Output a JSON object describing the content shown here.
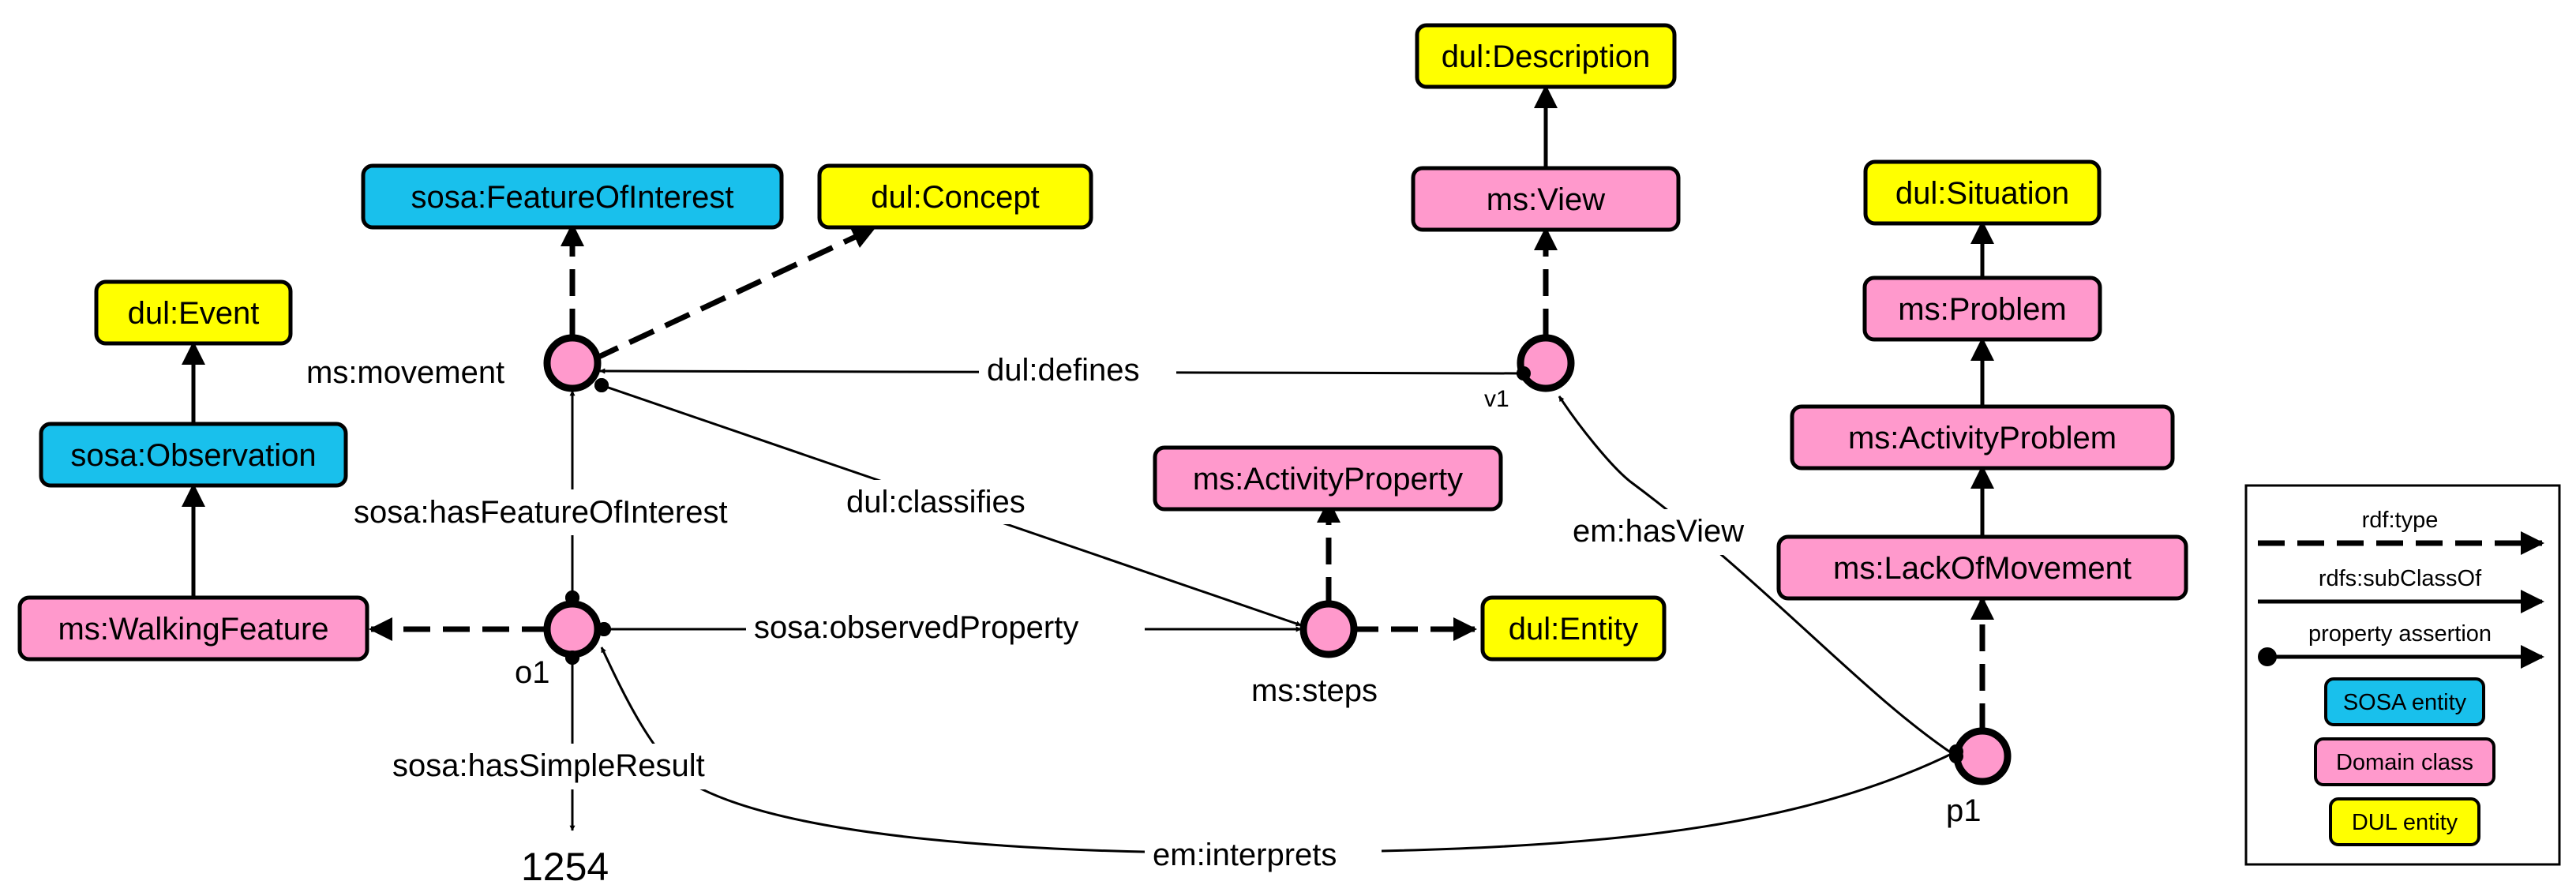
{
  "colors": {
    "sosa": "#19c0ec",
    "domain": "#ff99cc",
    "dul": "#ffff00",
    "instance": "#ff99cc",
    "stroke": "#000000"
  },
  "classes": {
    "dul_description": "dul:Description",
    "sosa_featureofinterest": "sosa:FeatureOfInterest",
    "dul_concept": "dul:Concept",
    "ms_view": "ms:View",
    "dul_situation": "dul:Situation",
    "dul_event": "dul:Event",
    "ms_problem": "ms:Problem",
    "sosa_observation": "sosa:Observation",
    "ms_activityproblem": "ms:ActivityProblem",
    "ms_activityproperty": "ms:ActivityProperty",
    "ms_lackofmovement": "ms:LackOfMovement",
    "ms_walkingfeature": "ms:WalkingFeature",
    "dul_entity": "dul:Entity"
  },
  "instances": {
    "movement": "ms:movement",
    "v1": "v1",
    "o1": "o1",
    "steps": "ms:steps",
    "p1": "p1"
  },
  "literal": "1254",
  "edge_labels": {
    "defines": "dul:defines",
    "classifies": "dul:classifies",
    "hasFeatureOfInterest": "sosa:hasFeatureOfInterest",
    "hasView": "em:hasView",
    "observedProperty": "sosa:observedProperty",
    "hasSimpleResult": "sosa:hasSimpleResult",
    "interprets": "em:interprets"
  },
  "legend": {
    "rdf_type": "rdf:type",
    "subclassof": "rdfs:subClassOf",
    "property_assertion": "property assertion",
    "sosa_entity": "SOSA entity",
    "domain_class": "Domain class",
    "dul_entity": "DUL entity"
  }
}
